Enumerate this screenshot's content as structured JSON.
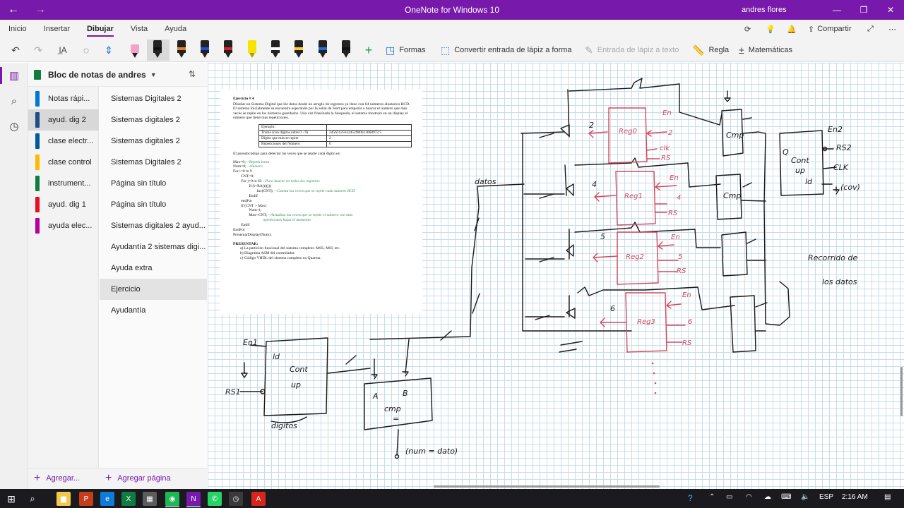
{
  "titlebar": {
    "back": "←",
    "forward": "→",
    "title": "OneNote for Windows 10",
    "user": "andres flores",
    "minimize": "—",
    "maximize": "❐",
    "close": "✕"
  },
  "ribbon": {
    "tabs": [
      "Inicio",
      "Insertar",
      "Dibujar",
      "Vista",
      "Ayuda"
    ],
    "active_tab": "Dibujar",
    "share": "Compartir"
  },
  "toolbar": {
    "shapes": "Formas",
    "ink_to_text": "Convertir entrada de lápiz a forma",
    "ink_to_text2": "Entrada de lápiz a texto",
    "ruler": "Regla",
    "math": "Matemáticas",
    "pen_colors": [
      "#f2a3c6",
      "#111111",
      "#e67e22",
      "#1f4fd8",
      "#d81f2a",
      "#f5e400",
      "#ffffff",
      "#ffcc33",
      "#1e6fd9",
      "#111111"
    ]
  },
  "notebook": {
    "name": "Bloc de notas de andres"
  },
  "sections": [
    {
      "label": "Notas rápi...",
      "color": "#0078d4"
    },
    {
      "label": "ayud. dig 2",
      "color": "#1d4e89"
    },
    {
      "label": "clase electr...",
      "color": "#005a9e"
    },
    {
      "label": "clase control",
      "color": "#ffb900"
    },
    {
      "label": "instrument...",
      "color": "#107c41"
    },
    {
      "label": "ayud. dig 1",
      "color": "#e81123"
    },
    {
      "label": "ayuda elec...",
      "color": "#b4009e"
    }
  ],
  "pages": [
    "Sistemas Digitales 2",
    "Sistemas digitales 2",
    "Sistemas digitales 2",
    "Sistemas Digitales 2",
    "Página sin título",
    "Página sin título",
    "Sistemas digitales 2 ayud...",
    "Ayudantía 2 sistemas digi...",
    "Ayuda extra",
    "Ejercicio",
    "Ayudantía"
  ],
  "active_page": "Ejercicio",
  "add_section": "Agregar...",
  "add_page": "Agregar página",
  "doc": {
    "title": "Ejercicio # 4",
    "body": "Diseñar un Sistema Digital que lee datos desde un arreglo de registros ya lleno con 64 números aleatorios BCD. El sistema inicialmente se encuentra esperando por la señal de Start para empezar a buscar el número que más veces se repite en los números guardados. Una vez finalizada la búsqueda, el sistema mostrará en un display el número que tiene más repeticiones.",
    "table": [
      [
        "Ejemplo:",
        ""
      ],
      [
        "Trama (con dígitos entre 0 - 9)",
        "24563125632452980613068972 5"
      ],
      [
        "Dígito que más se repite",
        "2"
      ],
      [
        "Repeticiones del Número",
        "6"
      ]
    ],
    "pseudo_intro": "El pseudocódigo para detectar las veces que se repite cada dígito es:",
    "code": [
      [
        "Max=0;",
        " --Repeticiones"
      ],
      [
        "Num=0;",
        " --Número"
      ],
      [
        "For i=0 to 9",
        ""
      ],
      [
        "        CNT=0;",
        ""
      ],
      [
        "        For j=0 to 63",
        " --Para buscar en todos los registros"
      ],
      [
        "                If (i=RA[t](j))",
        ""
      ],
      [
        "                        Inc(CNT);",
        " --Cuenta las veces que se repite cada número BCD"
      ],
      [
        "                Endif",
        ""
      ],
      [
        "        endFor",
        ""
      ],
      [
        "        If (CNT > Max)",
        ""
      ],
      [
        "                Num=i;",
        ""
      ],
      [
        "                Max=CNT;",
        " --Actualiza las veces que se repite el número con más"
      ],
      [
        "",
        "                              repeticiones hasta el momento"
      ],
      [
        "        Endif",
        ""
      ],
      [
        "EndFor",
        ""
      ],
      [
        "PresentarDisplay(Num);",
        ""
      ]
    ],
    "present_title": "PRESENTAR:",
    "present_items": [
      "a)   La partición funcional del sistema completo: MSS, MSI, etc.",
      "b)   Diagrama ASM del controlador.",
      "c)   Código VHDL del sistema completo en Quartus."
    ]
  },
  "ink_labels": {
    "datos": "datos",
    "en1": "En1",
    "ld": "ld",
    "cont": "Cont",
    "up": "up",
    "rs1": "RS1",
    "digitos": "digitos",
    "a": "A",
    "b": "B",
    "cmp": "cmp",
    "eq": "=",
    "num_dato": "(num = dato)",
    "reg0": "Reg0",
    "reg1": "Reg1",
    "reg2": "Reg2",
    "reg3": "Reg3",
    "en": "En",
    "clk": "clk",
    "rs": "RS",
    "n2": "2",
    "n4": "4",
    "n5": "5",
    "n6": "6",
    "cmp_box": "Cmp",
    "recorrido": "Recorrido de",
    "los_datos": "los datos",
    "q": "Q",
    "cont_up": "Cont",
    "up2": "up",
    "ld2": "ld",
    "en2": "En2",
    "rs2": "RS2",
    "clk2": "CLK",
    "cov": "(cov)"
  },
  "taskbar": {
    "time": "2:16 AM",
    "lang": "ESP",
    "apps": [
      {
        "name": "explorer",
        "color": "#f2c94c",
        "glyph": "▆"
      },
      {
        "name": "powerpoint",
        "color": "#c43e1c",
        "glyph": "P"
      },
      {
        "name": "edge",
        "color": "#0f7bd8",
        "glyph": "e"
      },
      {
        "name": "excel",
        "color": "#107c41",
        "glyph": "X"
      },
      {
        "name": "calculator",
        "color": "#5c5c5c",
        "glyph": "▦"
      },
      {
        "name": "spotify",
        "color": "#1db954",
        "glyph": "◉"
      },
      {
        "name": "onenote",
        "color": "#7719aa",
        "glyph": "N"
      },
      {
        "name": "whatsapp",
        "color": "#25d366",
        "glyph": "✆"
      },
      {
        "name": "clock",
        "color": "#3a3a3a",
        "glyph": "◷"
      },
      {
        "name": "acrobat",
        "color": "#d9261c",
        "glyph": "A"
      }
    ]
  }
}
